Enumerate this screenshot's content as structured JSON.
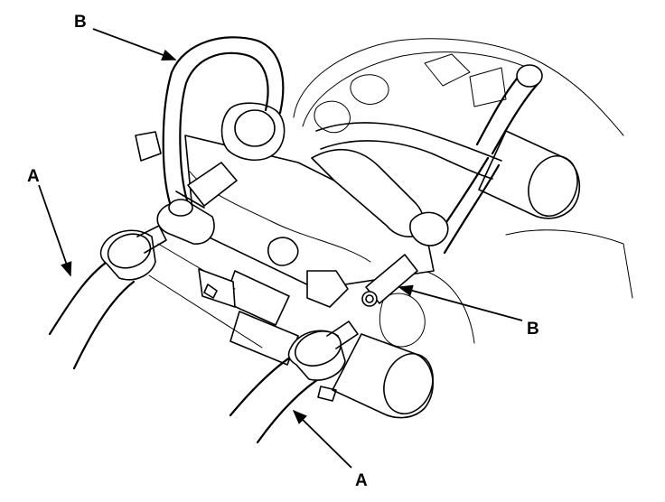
{
  "figure": {
    "callouts": [
      {
        "id": "b-top",
        "label": "B"
      },
      {
        "id": "a-left",
        "label": "A"
      },
      {
        "id": "b-right",
        "label": "B"
      },
      {
        "id": "a-bottom",
        "label": "A"
      }
    ]
  },
  "colors": {
    "ink": "#000000",
    "paper": "#ffffff"
  }
}
